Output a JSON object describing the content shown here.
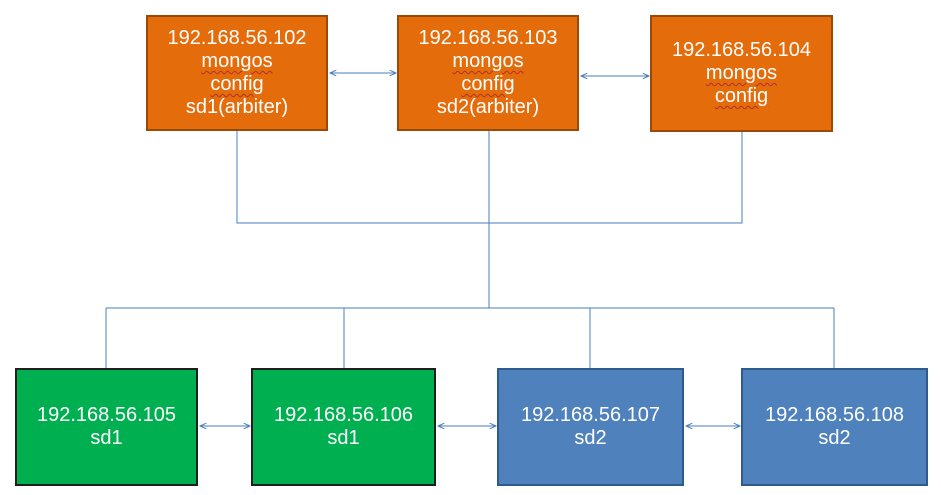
{
  "colors": {
    "orange": "#e46c0a",
    "green": "#00b050",
    "blue": "#4f81bd",
    "line": "#4a7ebb"
  },
  "nodes": {
    "n102": {
      "ip": "192.168.56.102",
      "line2": "mongos",
      "line3": "config",
      "line4": "sd1(arbiter)"
    },
    "n103": {
      "ip": "192.168.56.103",
      "line2": "mongos",
      "line3": "config",
      "line4": "sd2(arbiter)"
    },
    "n104": {
      "ip": "192.168.56.104",
      "line2": "mongos",
      "line3": "config"
    },
    "n105": {
      "ip": "192.168.56.105",
      "role": "sd1"
    },
    "n106": {
      "ip": "192.168.56.106",
      "role": "sd1"
    },
    "n107": {
      "ip": "192.168.56.107",
      "role": "sd2"
    },
    "n108": {
      "ip": "192.168.56.108",
      "role": "sd2"
    }
  }
}
